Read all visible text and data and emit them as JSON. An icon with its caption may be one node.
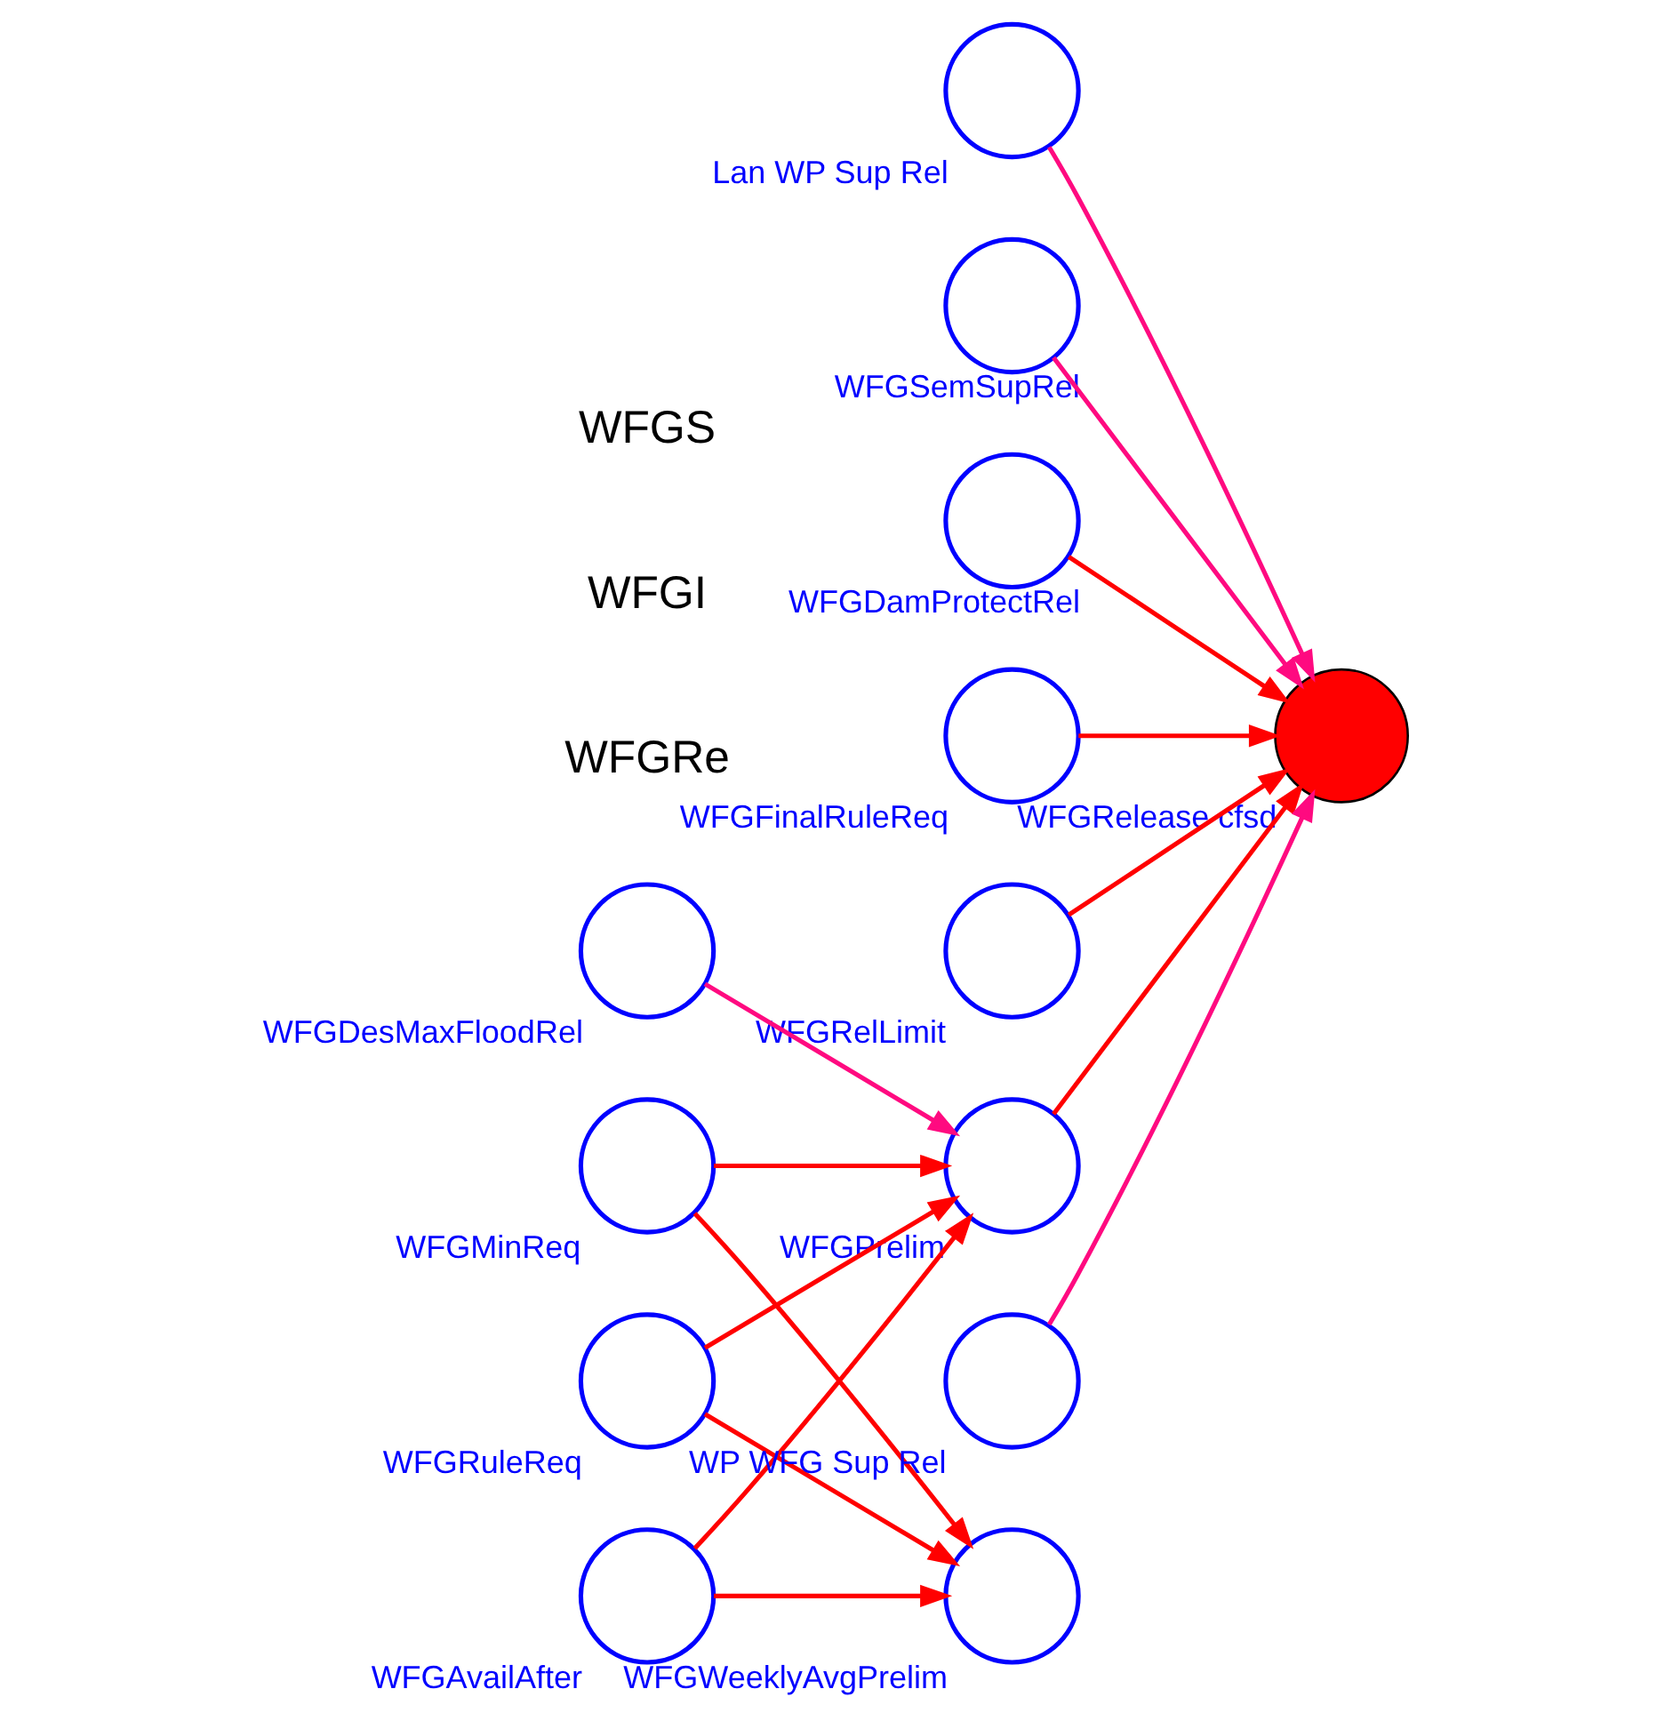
{
  "diagram": {
    "nodes": [
      {
        "text": [
          "WFGFinalRuleReq"
        ]
      },
      {
        "text": [
          "WFGRelLimit"
        ]
      },
      {
        "text": [
          "WFGMinReq"
        ]
      },
      {
        "text": [
          "WFGWeeklyAvgPrelim"
        ]
      },
      {
        "text": [
          "WFGRuleReq"
        ]
      },
      {
        "text": [
          "WFGPrelim"
        ]
      },
      {
        "text": [
          "WFGAvailAfter"
        ]
      },
      {
        "text": [
          "WFGRelease cfsd"
        ]
      },
      {
        "text": [
          "WP WFG Sup Rel"
        ]
      },
      {
        "text": [
          "WFGDesMaxFloodRel"
        ]
      },
      {
        "text": [
          "Lan WP Sup Rel"
        ]
      },
      {
        "text": [
          "WFGSemSupRel"
        ]
      },
      {
        "text": [
          "WFGDamProtectRel"
        ]
      }
    ],
    "edges": [
      {
        "from": 0,
        "to": 7,
        "arrow": "to"
      },
      {
        "from": 1,
        "to": 7,
        "arrow": "to"
      },
      {
        "from": 2,
        "to": 3,
        "arrow": "to"
      },
      {
        "from": 2,
        "to": 5,
        "arrow": "to"
      },
      {
        "from": 4,
        "to": 3,
        "arrow": "to"
      },
      {
        "from": 4,
        "to": 5,
        "arrow": "to"
      },
      {
        "from": 6,
        "to": 5,
        "arrow": "to"
      },
      {
        "from": 6,
        "to": 3,
        "arrow": "to"
      },
      {
        "from": 5,
        "to": 7,
        "arrow": "to"
      },
      {
        "from": 9,
        "to": 5,
        "arrow": "to",
        "color": "#ff0a80"
      },
      {
        "from": 8,
        "to": 7,
        "arrow": "to",
        "color": "#ff0a80"
      },
      {
        "from": 10,
        "to": 7,
        "arrow": "to",
        "color": "#ff0a80"
      },
      {
        "from": 12,
        "to": 7,
        "arrow": "to"
      },
      {
        "from": 11,
        "to": 7,
        "arrow": "to",
        "color": "#ff0a80"
      }
    ],
    "labels": [
      "WFGS",
      "WFGI",
      "WFGRe"
    ]
  }
}
